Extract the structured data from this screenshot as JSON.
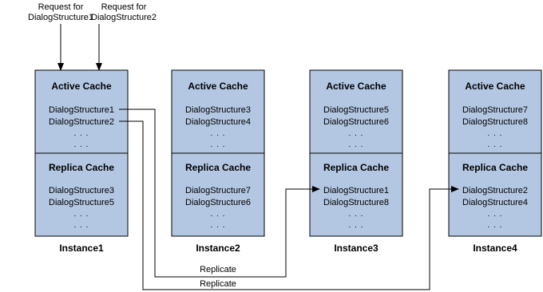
{
  "requests": [
    {
      "line1": "Request for",
      "line2": "DialogStructure1"
    },
    {
      "line1": "Request for",
      "line2": "DialogStructure2"
    }
  ],
  "active_cache_title": "Active Cache",
  "replica_cache_title": "Replica Cache",
  "ellipsis": ". . .",
  "replicate_label": "Replicate",
  "instances": [
    {
      "name": "Instance1",
      "active": [
        "DialogStructure1",
        "DialogStructure2"
      ],
      "replica": [
        "DialogStructure3",
        "DialogStructure5"
      ]
    },
    {
      "name": "Instance2",
      "active": [
        "DialogStructure3",
        "DialogStructure4"
      ],
      "replica": [
        "DialogStructure7",
        "DialogStructure6"
      ]
    },
    {
      "name": "Instance3",
      "active": [
        "DialogStructure5",
        "DialogStructure6"
      ],
      "replica": [
        "DialogStructure1",
        "DialogStructure8"
      ]
    },
    {
      "name": "Instance4",
      "active": [
        "DialogStructure7",
        "DialogStructure8"
      ],
      "replica": [
        "DialogStructure2",
        "DialogStructure4"
      ]
    }
  ],
  "colors": {
    "cache_fill": "#b4c7e2",
    "line": "#000000"
  }
}
